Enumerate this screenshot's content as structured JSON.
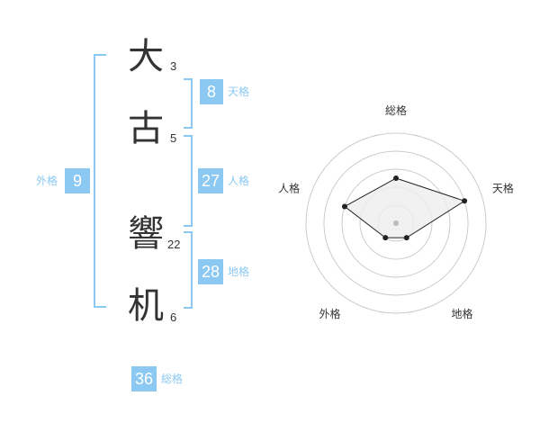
{
  "name_chars": [
    {
      "char": "大",
      "strokes": "3"
    },
    {
      "char": "古",
      "strokes": "5"
    },
    {
      "char": "響",
      "strokes": "22"
    },
    {
      "char": "机",
      "strokes": "6"
    }
  ],
  "fortunes": {
    "tenkaku": {
      "label": "天格",
      "value": "8"
    },
    "jinkaku": {
      "label": "人格",
      "value": "27"
    },
    "chikaku": {
      "label": "地格",
      "value": "28"
    },
    "gaikaku": {
      "label": "外格",
      "value": "9"
    },
    "soukaku": {
      "label": "総格",
      "value": "36"
    }
  },
  "chart_data": {
    "type": "radar",
    "axes": [
      "総格",
      "天格",
      "地格",
      "外格",
      "人格"
    ],
    "values": [
      2.5,
      4,
      1,
      1,
      3
    ],
    "max": 5,
    "rings": 5,
    "colors": {
      "grid": "#cccccc",
      "fill": "#eeeeee",
      "line": "#222222",
      "center": "#bbbbbb"
    }
  }
}
